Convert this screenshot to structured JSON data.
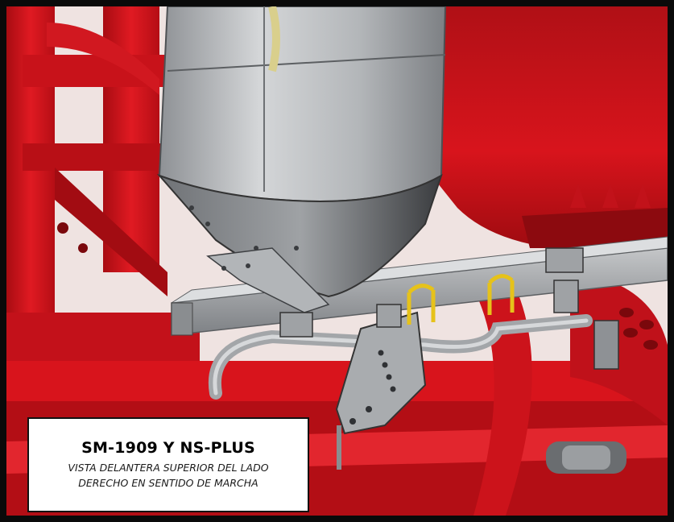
{
  "caption": {
    "title": "SM-1909 Y NS-PLUS",
    "subtitle_line1": "VISTA DELANTERA SUPERIOR DEL LADO",
    "subtitle_line2": "DERECHO EN SENTIDO DE MARCHA"
  },
  "colors": {
    "frame_red": "#d8141c",
    "hopper_gray": "#b9bcbf",
    "bracket_yellow": "#e6c21a",
    "border": "#0a0a0a"
  }
}
